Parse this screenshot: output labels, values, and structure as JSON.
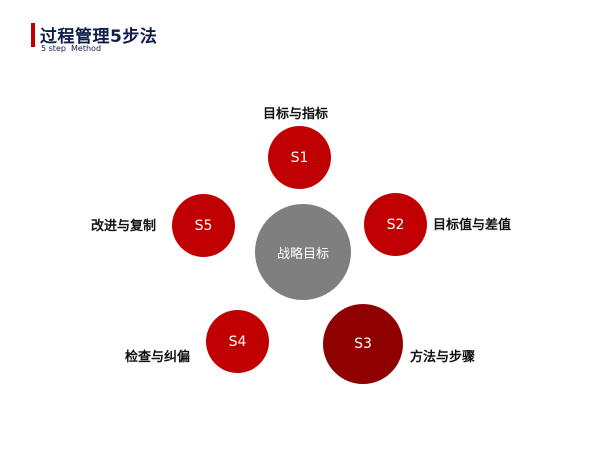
{
  "header": {
    "title": "过程管理5步法",
    "subtitle": "5 step  Method"
  },
  "diagram": {
    "center": "战略目标",
    "steps": [
      {
        "id": "S1",
        "label": "目标与指标"
      },
      {
        "id": "S2",
        "label": "目标值与差值"
      },
      {
        "id": "S3",
        "label": "方法与步骤"
      },
      {
        "id": "S4",
        "label": "检查与纠偏"
      },
      {
        "id": "S5",
        "label": "改进与复制"
      }
    ]
  },
  "colors": {
    "accent": "#c00000",
    "dark_accent": "#8f0000",
    "center": "#7f7f7f",
    "title": "#0d1c49"
  }
}
